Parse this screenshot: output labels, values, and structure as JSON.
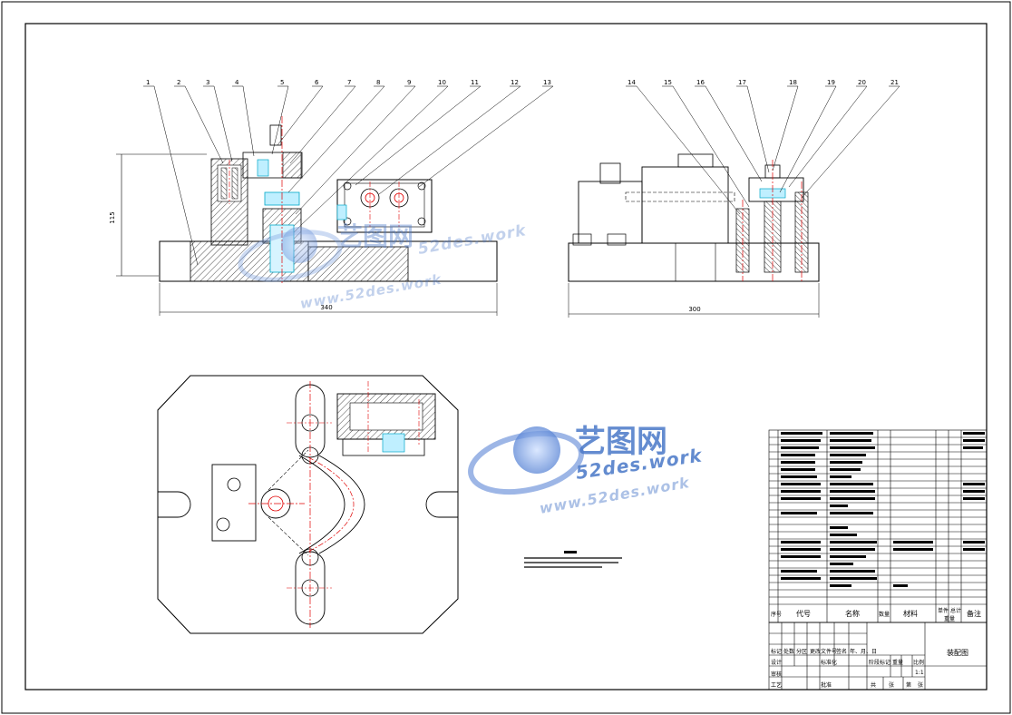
{
  "drawing": {
    "balloons_front": [
      "1",
      "2",
      "3",
      "4",
      "5",
      "6",
      "7",
      "8",
      "9",
      "10",
      "11",
      "12",
      "13"
    ],
    "balloons_side": [
      "14",
      "15",
      "16",
      "17",
      "18",
      "19",
      "20",
      "21"
    ],
    "dim_front_height": "115",
    "dim_front_width": "340",
    "dim_side_width": "300"
  },
  "watermark": {
    "brand": "艺图网",
    "site": "52des.work",
    "url": "www.52des.work"
  },
  "title_block": {
    "header": {
      "seq": "序号",
      "code": "代号",
      "name": "名称",
      "qty": "数量",
      "material": "材料",
      "unit_total_1": "单件",
      "unit_total_2": "总计",
      "weight": "重量",
      "remark": "备注"
    },
    "drawing_title": "装配图",
    "labels": {
      "mark": "标记",
      "count": "处数",
      "zone": "分区",
      "change_doc": "更改文件号",
      "sign": "签名",
      "date": "年、月、日",
      "design": "设计",
      "standard": "标准化",
      "review": "审核",
      "process": "工艺",
      "approve": "批准",
      "stage": "阶段标记",
      "weight": "重量",
      "scale": "比例",
      "scale_value": "1:1",
      "sheets_total": "共",
      "sheet_no": "第",
      "sheet_unit": "张"
    }
  },
  "colors": {
    "line": "#000000",
    "center": "#e00000",
    "hatch": "#000000",
    "cyan": "#00a8c8",
    "watermark": "#4a78c8"
  }
}
